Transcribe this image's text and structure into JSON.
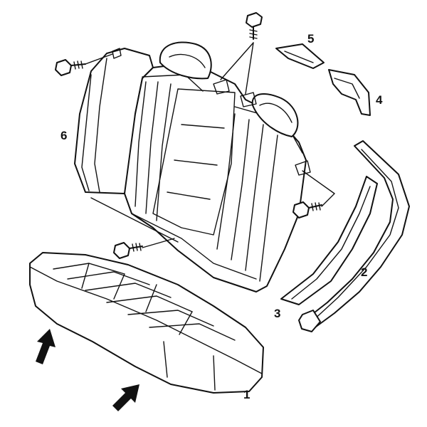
{
  "diagram": {
    "callouts": [
      {
        "id": "1"
      },
      {
        "id": "2"
      },
      {
        "id": "3"
      },
      {
        "id": "4"
      },
      {
        "id": "5"
      },
      {
        "id": "6"
      }
    ]
  },
  "labels": {
    "c1": "1",
    "c2": "2",
    "c3": "3",
    "c4": "4",
    "c5": "5",
    "c6": "6"
  }
}
